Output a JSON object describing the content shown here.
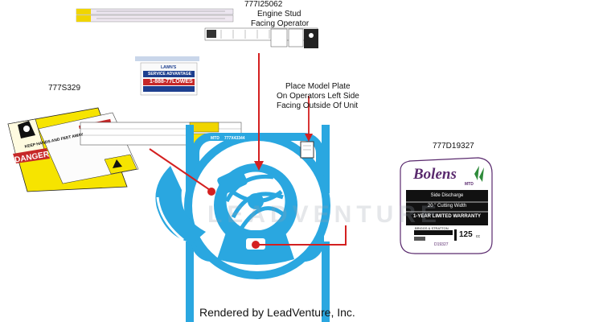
{
  "part_numbers": {
    "top_decal": "777I25062",
    "left_decal": "777S329",
    "right_decal": "777D19327"
  },
  "callouts": {
    "engine_line1": "Engine Stud",
    "engine_line2": "Facing Operator",
    "model_plate_line1": "Place Model Plate",
    "model_plate_line2": "On Operators Left Side",
    "model_plate_line3": "Facing Outside Of Unit"
  },
  "decals": {
    "service_brand": "LAWN'S",
    "service_title": "SERVICE ADVANTAGE",
    "service_phone": "1-888-77LOWES",
    "danger_title": "DANGER",
    "danger_subtitle": "KEEP HANDS AND FEET AWAY",
    "long_decal_code": "777X43344",
    "long_decal_brand": "MTD"
  },
  "bolens_decal": {
    "brand": "Bolens",
    "sub_brand": "MTD",
    "line1": "Side Discharge",
    "line2": "20 \" Cutting Width",
    "line3": "1-YEAR LIMITED WARRANTY",
    "engine_brand": "BRIGGS & STRATTON",
    "engine_size": "125",
    "engine_unit": "cc",
    "code": "D19327"
  },
  "watermark": "LEADVENTURE",
  "footer": "Rendered by LeadVenture, Inc.",
  "colors": {
    "mower_blue": "#2aa7e0",
    "callout_red": "#d42020",
    "danger_yellow": "#f6e400",
    "bolens_purple": "#5a2a6e",
    "bolens_green": "#2e8b3a"
  }
}
